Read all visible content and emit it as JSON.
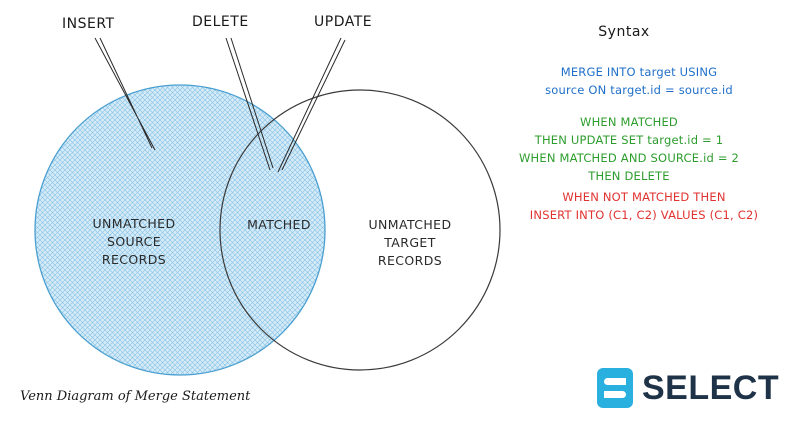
{
  "labels": {
    "insert": "INSERT",
    "delete": "DELETE",
    "update": "UPDATE",
    "unmatched_source": [
      "UNMATCHED",
      "SOURCE",
      "RECORDS"
    ],
    "matched": "MATCHED",
    "unmatched_target": [
      "UNMATCHED",
      "TARGET",
      "RECORDS"
    ]
  },
  "syntax": {
    "heading": "Syntax",
    "merge_lines": [
      "MERGE INTO target USING",
      "source ON target.id = source.id"
    ],
    "matched_lines": [
      "WHEN MATCHED",
      "THEN UPDATE SET target.id = 1",
      "WHEN MATCHED AND SOURCE.id = 2",
      "THEN DELETE"
    ],
    "not_matched_lines": [
      "WHEN NOT MATCHED THEN",
      "INSERT INTO (C1, C2) VALUES (C1, C2)"
    ]
  },
  "caption": "Venn Diagram of Merge Statement",
  "brand": {
    "name": "SELECT",
    "icon": "s-logo-icon"
  },
  "colors": {
    "source_fill": "#cfe7f6",
    "source_stroke": "#4a9fd0",
    "merge_text": "#1f6fc9",
    "matched_text": "#2d9d2d",
    "not_matched_text": "#e0322f",
    "brand_blue": "#2ab0de",
    "brand_dark": "#1f3348"
  }
}
